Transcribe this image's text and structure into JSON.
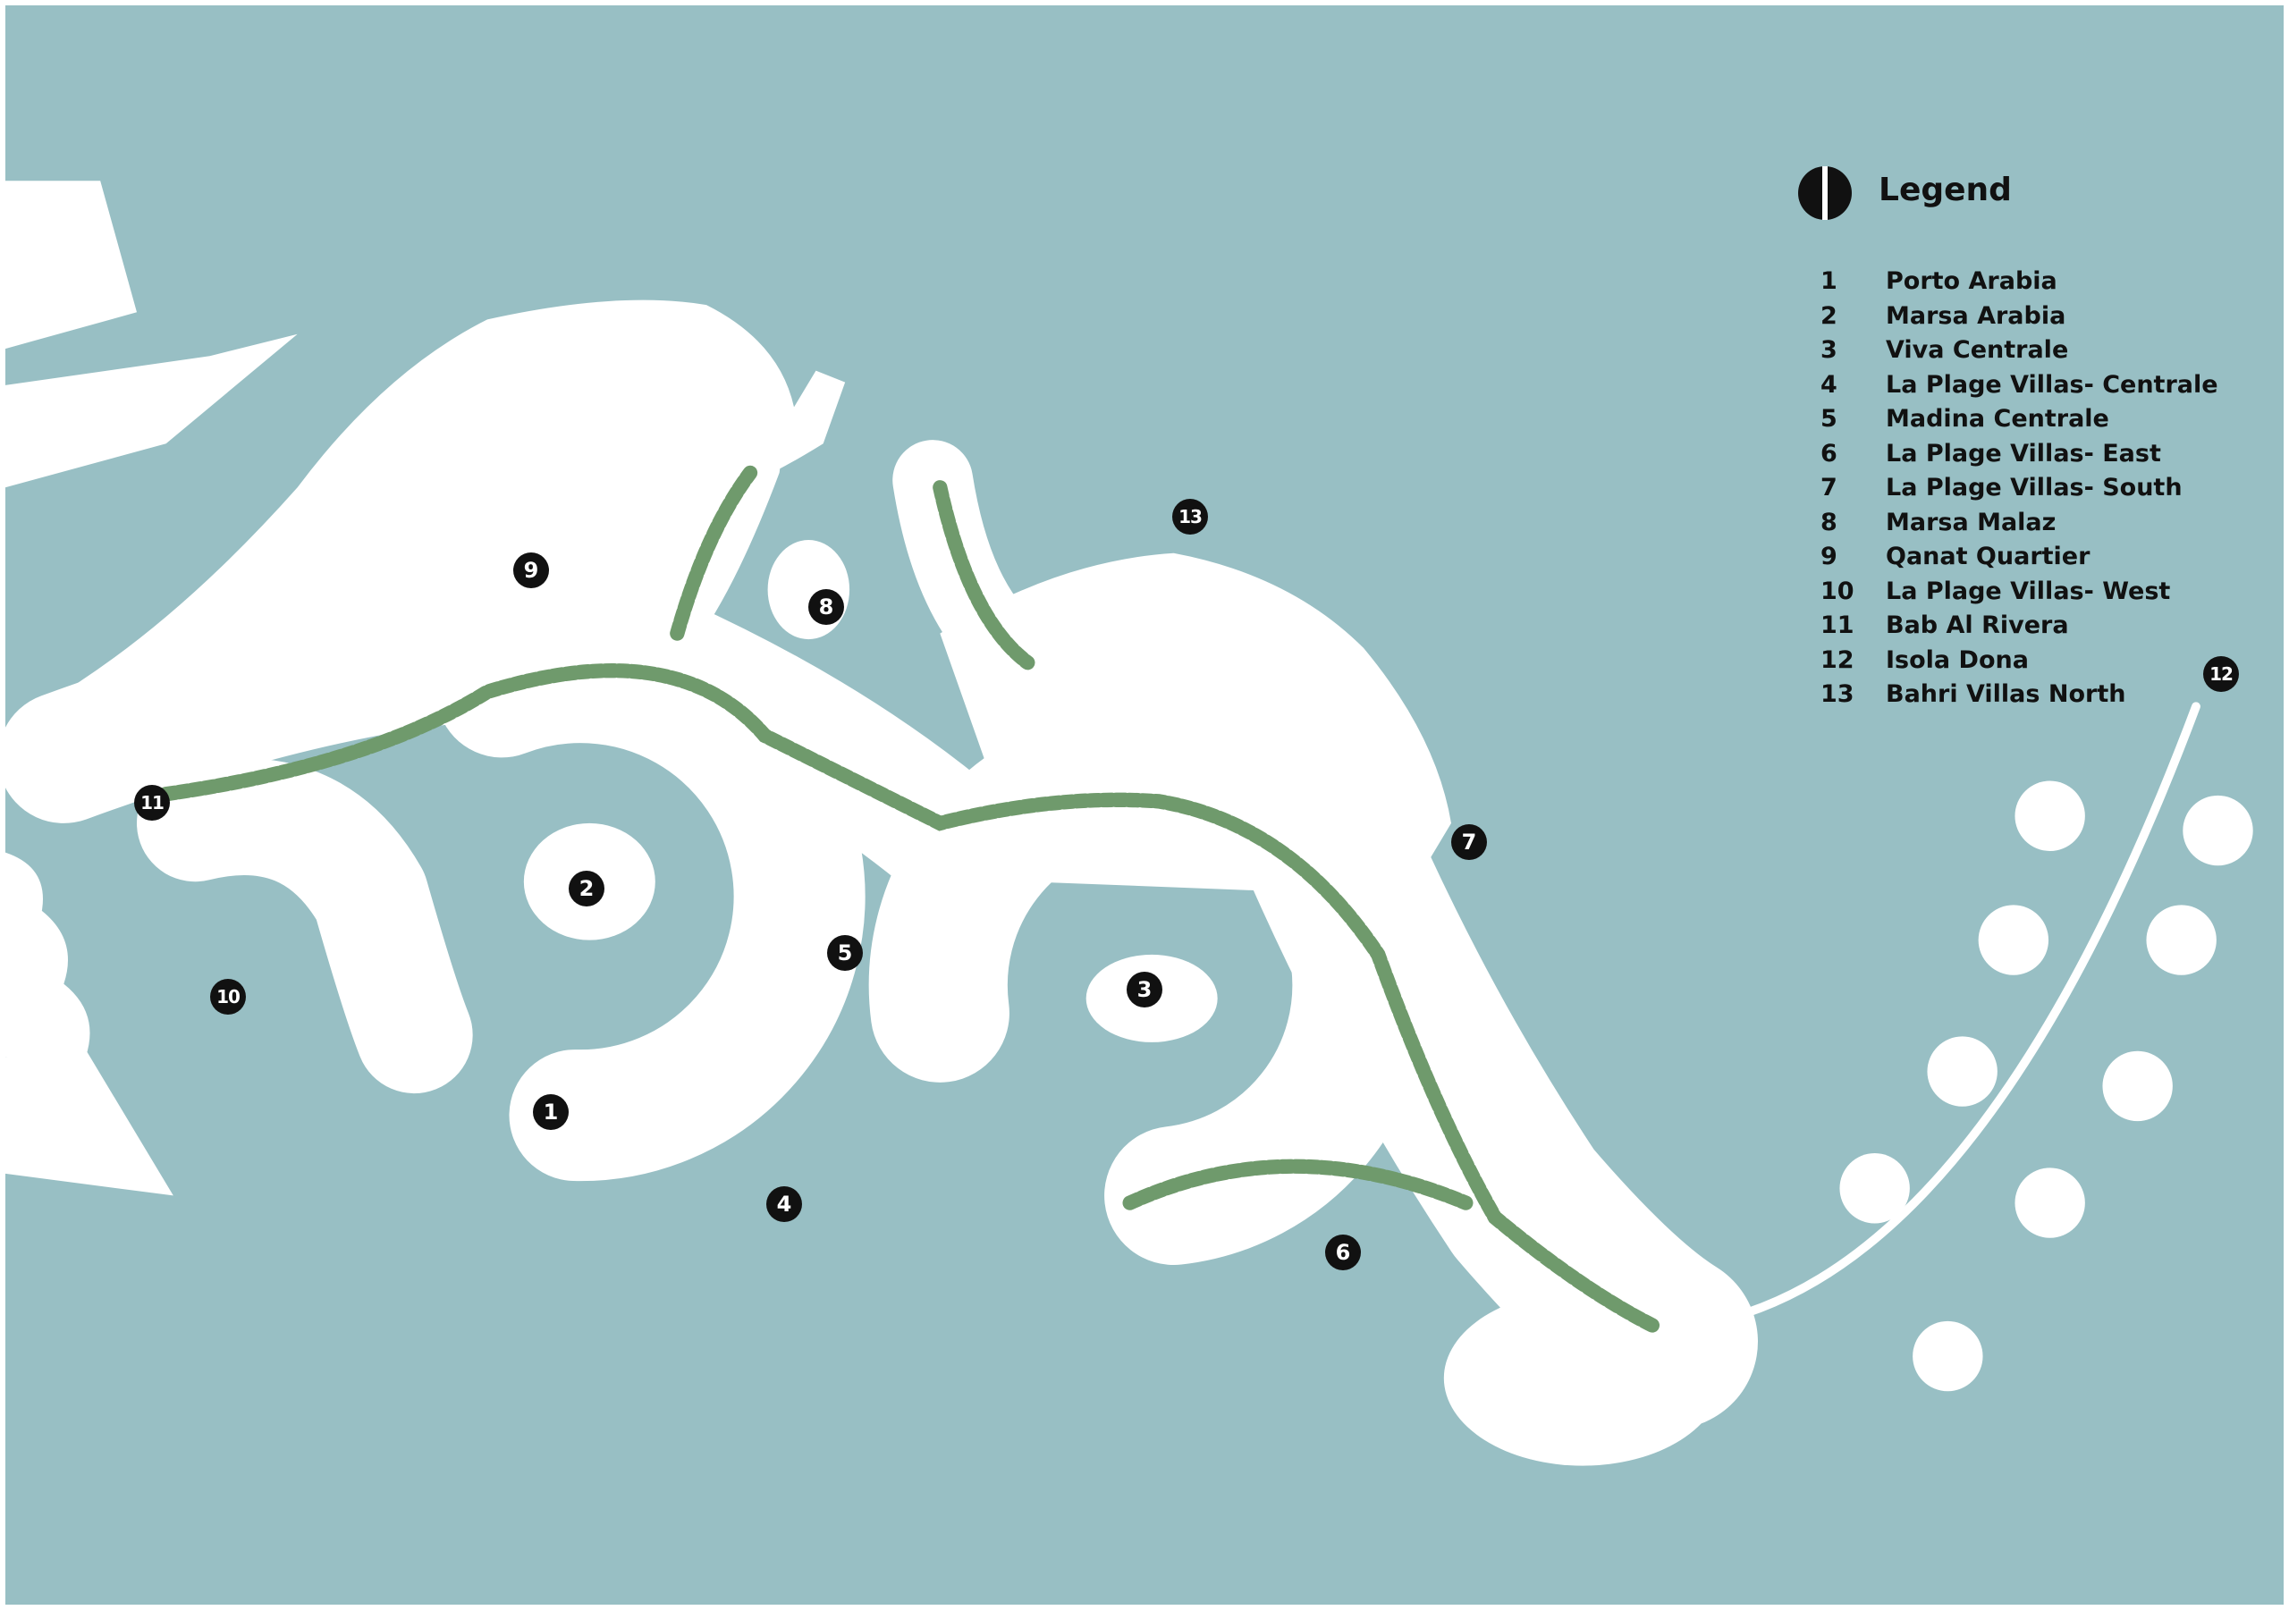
{
  "colors": {
    "water": "#98bfc4",
    "land": "#ffffff",
    "green": "#6f9a6c",
    "marker": "#111111"
  },
  "legend": {
    "title": "Legend",
    "icon": "legend-circle-icon",
    "entries": [
      {
        "num": "1",
        "name": "Porto Arabia"
      },
      {
        "num": "2",
        "name": "Marsa Arabia"
      },
      {
        "num": "3",
        "name": "Viva Centrale"
      },
      {
        "num": "4",
        "name": "La Plage Villas- Centrale"
      },
      {
        "num": "5",
        "name": "Madina Centrale"
      },
      {
        "num": "6",
        "name": "La Plage Villas- East"
      },
      {
        "num": "7",
        "name": "La Plage Villas- South"
      },
      {
        "num": "8",
        "name": "Marsa Malaz"
      },
      {
        "num": "9",
        "name": "Qanat Quartier"
      },
      {
        "num": "10",
        "name": "La Plage Villas- West"
      },
      {
        "num": "11",
        "name": "Bab Al Rivera"
      },
      {
        "num": "12",
        "name": "Isola Dona"
      },
      {
        "num": "13",
        "name": "Bahri Villas North"
      }
    ]
  },
  "markers": [
    "1",
    "2",
    "3",
    "4",
    "5",
    "6",
    "7",
    "8",
    "9",
    "10",
    "11",
    "12",
    "13"
  ]
}
